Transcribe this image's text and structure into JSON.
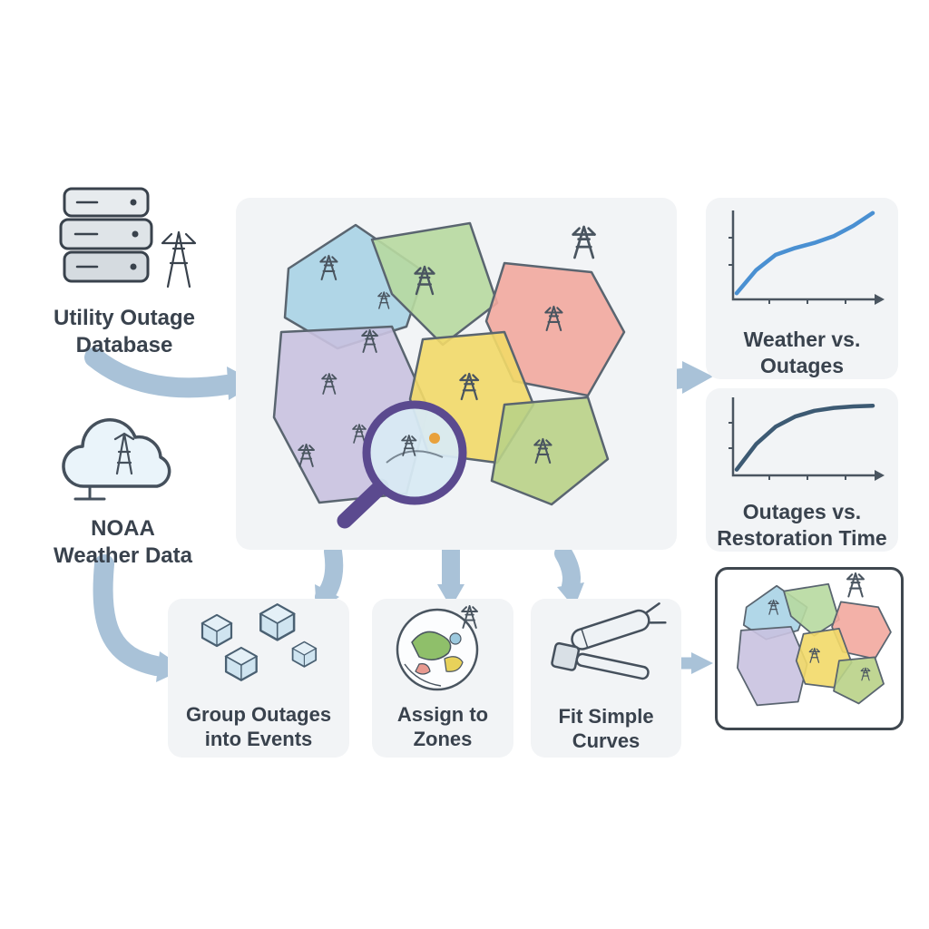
{
  "title": "Utility outage analysis pipeline diagram",
  "palette": {
    "card_bg": "#f2f4f6",
    "arrow": "#a9c2d8",
    "text": "#39424d",
    "outline": "#45505c",
    "magnifier": "#5b4a8f"
  },
  "inputs": {
    "database": {
      "label": "Utility Outage\nDatabase",
      "icon": "server-stack-icon"
    },
    "weather": {
      "label": "NOAA\nWeather Data",
      "icon": "weather-cloud-icon"
    }
  },
  "map": {
    "description": "Regional map divided into colored zones with utility tower sketches and a magnifying glass",
    "zones": [
      {
        "id": "northwest",
        "color": "#a9d3e6"
      },
      {
        "id": "north-central",
        "color": "#b7d9a0"
      },
      {
        "id": "northeast",
        "color": "#f2a89f"
      },
      {
        "id": "west",
        "color": "#c9c2e0"
      },
      {
        "id": "central",
        "color": "#f2d968"
      },
      {
        "id": "southeast",
        "color": "#b9d287"
      }
    ]
  },
  "chart_data": [
    {
      "id": "weather-vs-outages",
      "type": "line",
      "title": "Weather vs.\nOutages",
      "color": "#4a90d2",
      "x": [
        0,
        1,
        2,
        3,
        4,
        5,
        6,
        7
      ],
      "y": [
        3,
        30,
        48,
        56,
        62,
        70,
        82,
        97
      ],
      "xlabel": "",
      "ylabel": "",
      "ylim": [
        0,
        100
      ],
      "grid": false,
      "legend": "none"
    },
    {
      "id": "outages-vs-restoration-time",
      "type": "line",
      "title": "Outages vs.\nRestoration Time",
      "color": "#3d5a73",
      "x": [
        0,
        1,
        2,
        3,
        4,
        5,
        6,
        7
      ],
      "y": [
        3,
        38,
        62,
        76,
        84,
        88,
        90,
        91
      ],
      "xlabel": "",
      "ylabel": "",
      "ylim": [
        0,
        100
      ],
      "grid": false,
      "legend": "none"
    }
  ],
  "steps": [
    {
      "label": "Group Outages\ninto Events",
      "icon": "hexagon-cluster-icon"
    },
    {
      "label": "Assign to\nZones",
      "icon": "zone-globe-icon"
    },
    {
      "label": "Fit Simple\nCurves",
      "icon": "tools-icon"
    }
  ],
  "output": {
    "description": "Zoned map result thumbnail"
  }
}
